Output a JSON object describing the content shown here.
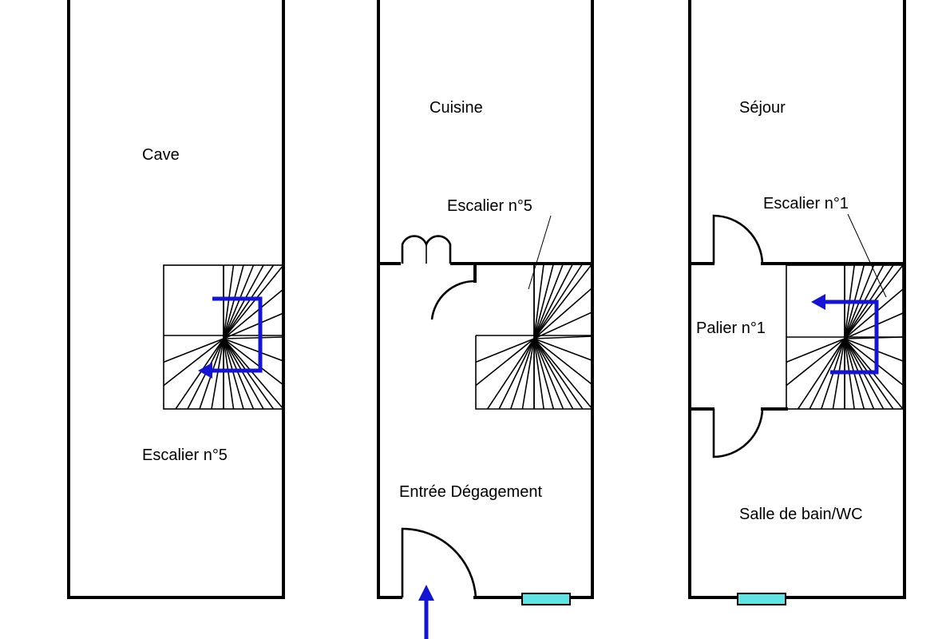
{
  "rooms": {
    "cave": "Cave",
    "cave_stair": "Escalier n°5",
    "cuisine": "Cuisine",
    "cuisine_stair": "Escalier n°5",
    "entree": "Entrée Dégagement",
    "sejour": "Séjour",
    "sejour_stair": "Escalier n°1",
    "palier": "Palier n°1",
    "sdb": "Salle de bain/WC"
  },
  "colors": {
    "arrow": "#1414d6",
    "window": "#5fe3e3",
    "wall": "#000000"
  }
}
